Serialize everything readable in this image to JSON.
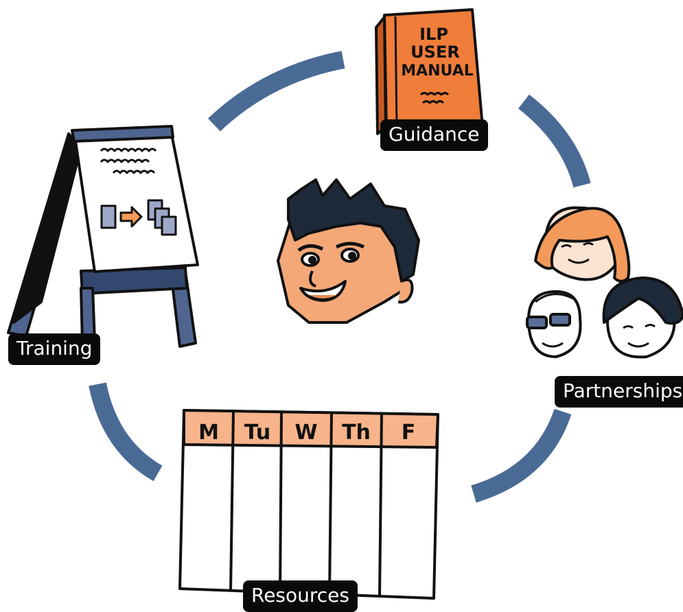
{
  "labels": {
    "guidance": "Guidance",
    "training": "Training",
    "partnerships": "Partnerships",
    "resources": "Resources"
  },
  "book": {
    "line1": "ILP",
    "line2": "USER",
    "line3": "MANUAL"
  },
  "calendar": {
    "days": [
      "M",
      "Tu",
      "W",
      "Th",
      "F"
    ]
  },
  "colors": {
    "arc": "#4a6a96",
    "orange": "#f39a5a",
    "book": "#f07d3a",
    "skin": "#f4a878",
    "hair": "#1e2a3a",
    "easel": "#4f6590"
  }
}
